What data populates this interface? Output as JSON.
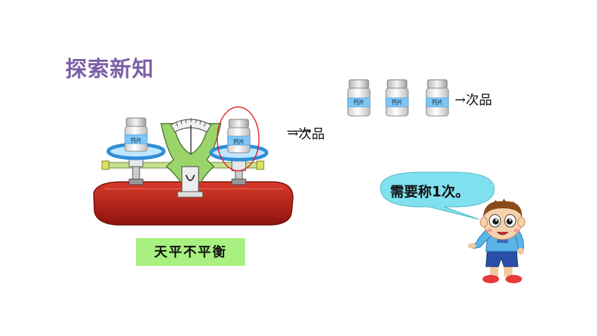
{
  "title": "探索新知",
  "scale_label": "→次品",
  "scale_caption": "天平不平衡",
  "bottles_label": "→次品",
  "bottle_text": "钙片",
  "speech": "需要称1次。",
  "colors": {
    "title": "#7b5fa6",
    "caption_bg": "#a8f080",
    "bubble": "#7fe0ee",
    "scale_base": "#c0221a",
    "scale_arm": "#9bd46a",
    "ring": "#2f8fd8"
  }
}
